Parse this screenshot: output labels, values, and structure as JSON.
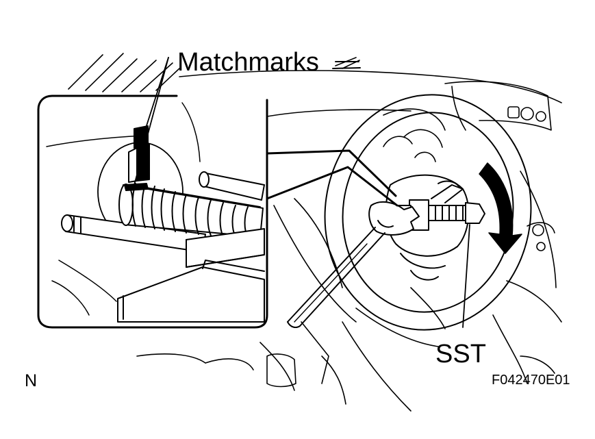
{
  "labels": {
    "matchmarks": "Matchmarks",
    "sst": "SST",
    "view_code": "N",
    "figure_id": "F042470E01"
  },
  "colors": {
    "ink": "#000000",
    "paper": "#ffffff"
  },
  "icons": {
    "rotation_arrow": "curved-arrow-clockwise"
  }
}
